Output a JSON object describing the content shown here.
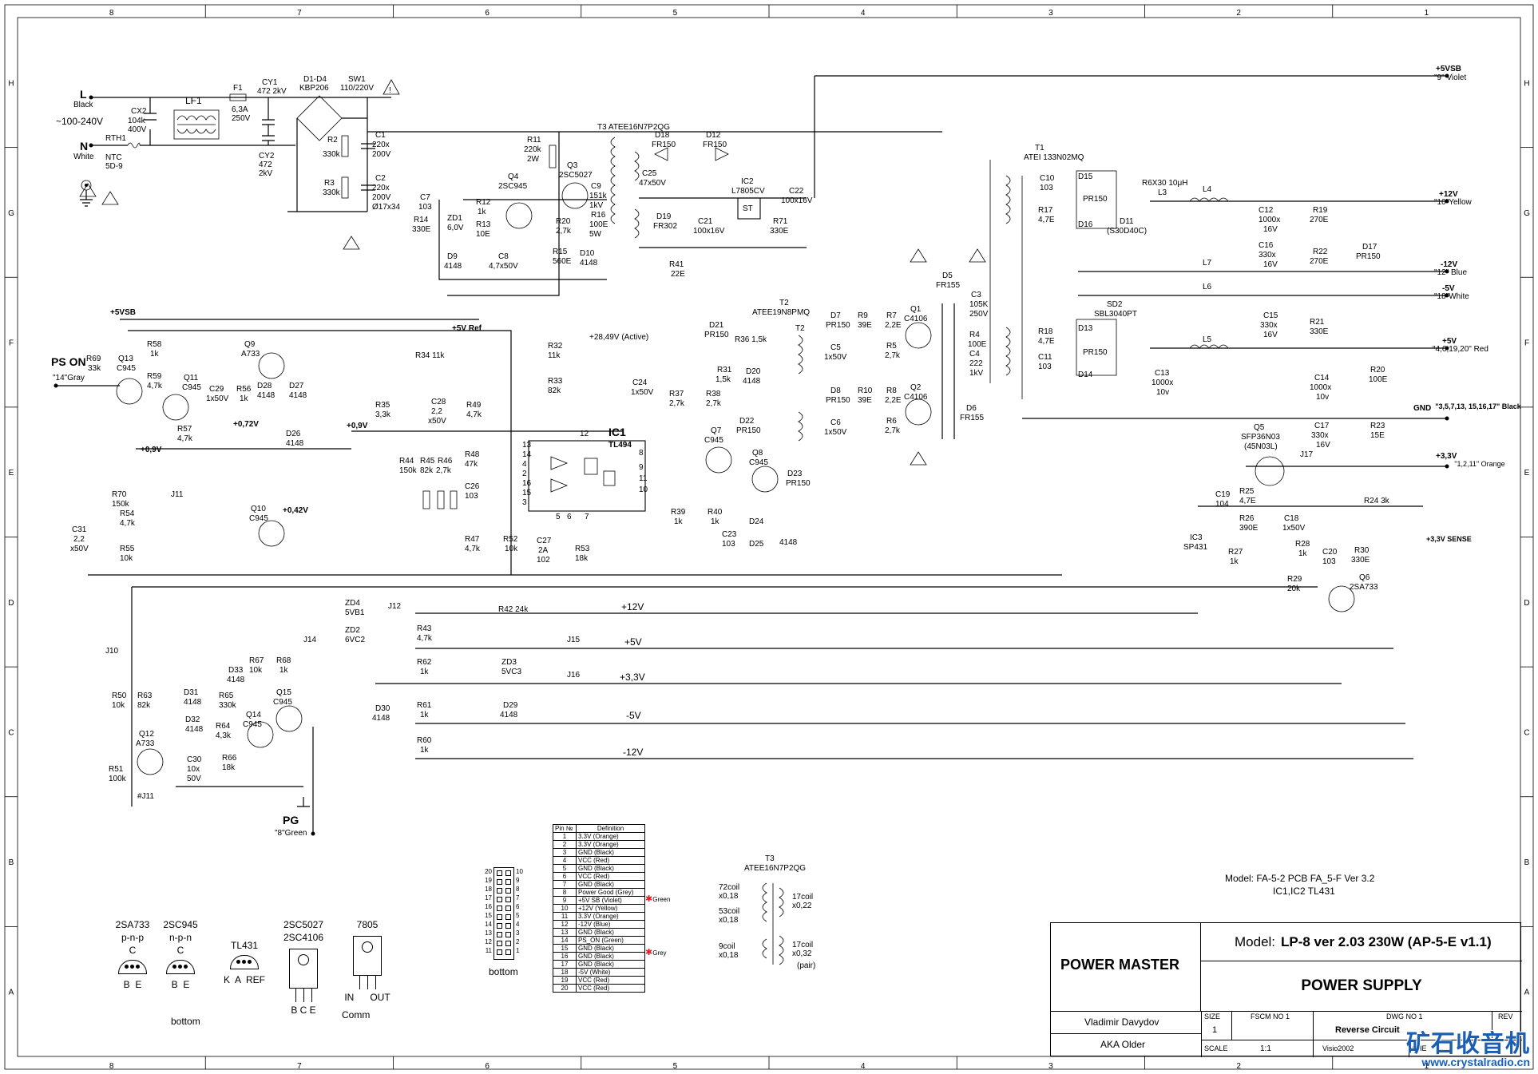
{
  "border": {
    "columns": [
      "8",
      "7",
      "6",
      "5",
      "4",
      "3",
      "2",
      "1"
    ],
    "rows": [
      "H",
      "G",
      "F",
      "E",
      "D",
      "C",
      "B",
      "A"
    ]
  },
  "input": {
    "line": "L",
    "line_color": "Black",
    "voltage": "~100-240V",
    "neutral": "N",
    "neutral_color": "White"
  },
  "rails": [
    {
      "name": "+5VSB",
      "pin": "\"9\" Violet"
    },
    {
      "name": "+12V",
      "pin": "\"10\"Yellow"
    },
    {
      "name": "-12V",
      "pin": "\"12\" Blue"
    },
    {
      "name": "-5V",
      "pin": "\"18\"White"
    },
    {
      "name": "+5V",
      "pin": "\"4,6,19,20\" Red"
    },
    {
      "name": "GND",
      "pin": "\"3,5,7,13, 15,16,17\" Black"
    },
    {
      "name": "+3,3V",
      "pin": "\"1,2,11\" Orange"
    },
    {
      "name": "+3,3V SENSE",
      "pin": ""
    }
  ],
  "feedback_labels": [
    "+12V",
    "+5V",
    "+3,3V",
    "-5V",
    "-12V"
  ],
  "signals": {
    "ps_on": "PS ON",
    "ps_on_pin": "\"14\"Gray",
    "pg": "PG",
    "pg_pin": "\"8\"Green",
    "vsb_left": "+5VSB",
    "vref": "+5V Ref",
    "active": "+28,49V (Active)"
  },
  "components": [
    {
      "ref": "LF1",
      "val": ""
    },
    {
      "ref": "F1",
      "val": "6,3A 250V"
    },
    {
      "ref": "CX2",
      "val": "104k 400V"
    },
    {
      "ref": "RTH1",
      "val": "NTC 5D-9"
    },
    {
      "ref": "CY1",
      "val": "472 2kV"
    },
    {
      "ref": "CY2",
      "val": "472 2kV"
    },
    {
      "ref": "D1-D4",
      "val": "KBP206"
    },
    {
      "ref": "SW1",
      "val": "110/220V"
    },
    {
      "ref": "R2",
      "val": "330k"
    },
    {
      "ref": "R3",
      "val": "330k"
    },
    {
      "ref": "C1",
      "val": "220x 200V"
    },
    {
      "ref": "C2",
      "val": "220x 200V Ø17x34"
    },
    {
      "ref": "T3",
      "val": "ATEE16N7P2QG"
    },
    {
      "ref": "R11",
      "val": "220k 2W"
    },
    {
      "ref": "Q4",
      "val": "2SC945"
    },
    {
      "ref": "Q3",
      "val": "2SC5027"
    },
    {
      "ref": "C9",
      "val": "151k 1kV"
    },
    {
      "ref": "R16",
      "val": "100E 5W"
    },
    {
      "ref": "C7",
      "val": "103"
    },
    {
      "ref": "R14",
      "val": "330E"
    },
    {
      "ref": "ZD1",
      "val": "6,0V"
    },
    {
      "ref": "R12",
      "val": "1k"
    },
    {
      "ref": "R13",
      "val": "10E"
    },
    {
      "ref": "R20",
      "val": "2,7k"
    },
    {
      "ref": "D9",
      "val": "4148"
    },
    {
      "ref": "C8",
      "val": "4,7x50V"
    },
    {
      "ref": "R15",
      "val": "560E"
    },
    {
      "ref": "D10",
      "val": "4148"
    },
    {
      "ref": "D18",
      "val": "FR150"
    },
    {
      "ref": "D12",
      "val": "FR150"
    },
    {
      "ref": "C25",
      "val": "47x50V"
    },
    {
      "ref": "D19",
      "val": "FR302"
    },
    {
      "ref": "IC2",
      "val": "L7805CV"
    },
    {
      "ref": "C21",
      "val": "100x16V"
    },
    {
      "ref": "R71",
      "val": "330E"
    },
    {
      "ref": "C22",
      "val": "100x16V"
    },
    {
      "ref": "R41",
      "val": "22E"
    },
    {
      "ref": "T2",
      "val": "ATEE19N8PMQ"
    },
    {
      "ref": "T1",
      "val": "ATEI 133N02MQ"
    },
    {
      "ref": "C10",
      "val": "103"
    },
    {
      "ref": "R17",
      "val": "4,7E"
    },
    {
      "ref": "D15",
      "val": "PR150"
    },
    {
      "ref": "D16",
      "val": ""
    },
    {
      "ref": "D11",
      "val": "(S30D40C)"
    },
    {
      "ref": "L3",
      "val": "R6X30 10μH"
    },
    {
      "ref": "L4",
      "val": ""
    },
    {
      "ref": "C12",
      "val": "1000x 16V"
    },
    {
      "ref": "R19",
      "val": "270E"
    },
    {
      "ref": "C16",
      "val": "330x 16V"
    },
    {
      "ref": "R22",
      "val": "270E"
    },
    {
      "ref": "D17",
      "val": "PR150"
    },
    {
      "ref": "L7",
      "val": ""
    },
    {
      "ref": "L6",
      "val": ""
    },
    {
      "ref": "SD2",
      "val": "SBL3040PT"
    },
    {
      "ref": "D13",
      "val": "PR150"
    },
    {
      "ref": "D14",
      "val": ""
    },
    {
      "ref": "R18",
      "val": "4,7E"
    },
    {
      "ref": "C11",
      "val": "103"
    },
    {
      "ref": "L5",
      "val": ""
    },
    {
      "ref": "C13",
      "val": "1000x 10v"
    },
    {
      "ref": "C15",
      "val": "330x 16V"
    },
    {
      "ref": "R21",
      "val": "330E"
    },
    {
      "ref": "C14",
      "val": "1000x 10v"
    },
    {
      "ref": "R20",
      "val": "100E"
    },
    {
      "ref": "C17",
      "val": "330x 16V"
    },
    {
      "ref": "R23",
      "val": "15E"
    },
    {
      "ref": "Q5",
      "val": "SFP36N03 (45N03L)"
    },
    {
      "ref": "J17",
      "val": ""
    },
    {
      "ref": "C19",
      "val": "104"
    },
    {
      "ref": "R25",
      "val": "4,7E"
    },
    {
      "ref": "R26",
      "val": "390E"
    },
    {
      "ref": "C18",
      "val": "1x50V"
    },
    {
      "ref": "R24",
      "val": "3k"
    },
    {
      "ref": "IC3",
      "val": "SP431"
    },
    {
      "ref": "R27",
      "val": "1k"
    },
    {
      "ref": "R28",
      "val": "1k"
    },
    {
      "ref": "C20",
      "val": "103"
    },
    {
      "ref": "R30",
      "val": "330E"
    },
    {
      "ref": "R29",
      "val": "20k"
    },
    {
      "ref": "Q6",
      "val": "2SA733"
    },
    {
      "ref": "D5",
      "val": "FR155"
    },
    {
      "ref": "D6",
      "val": "FR155"
    },
    {
      "ref": "C3",
      "val": "105K 250V"
    },
    {
      "ref": "R4",
      "val": "100E"
    },
    {
      "ref": "C4",
      "val": "222 1kV"
    },
    {
      "ref": "Q1",
      "val": "C4106"
    },
    {
      "ref": "Q2",
      "val": "C4106"
    },
    {
      "ref": "D7",
      "val": "PR150"
    },
    {
      "ref": "R9",
      "val": "39E"
    },
    {
      "ref": "R7",
      "val": "2,2E"
    },
    {
      "ref": "C5",
      "val": "1x50V"
    },
    {
      "ref": "R5",
      "val": "2,7k"
    },
    {
      "ref": "D8",
      "val": "PR150"
    },
    {
      "ref": "R10",
      "val": "39E"
    },
    {
      "ref": "R8",
      "val": "2,2E"
    },
    {
      "ref": "C6",
      "val": "1x50V"
    },
    {
      "ref": "R6",
      "val": "2,7k"
    },
    {
      "ref": "R69",
      "val": "33k"
    },
    {
      "ref": "Q13",
      "val": "C945"
    },
    {
      "ref": "R58",
      "val": "1k"
    },
    {
      "ref": "R59",
      "val": "4,7k"
    },
    {
      "ref": "Q11",
      "val": "C945"
    },
    {
      "ref": "Q9",
      "val": "A733"
    },
    {
      "ref": "C29",
      "val": "1x50V"
    },
    {
      "ref": "R56",
      "val": "1k"
    },
    {
      "ref": "D28",
      "val": "4148"
    },
    {
      "ref": "D27",
      "val": "4148"
    },
    {
      "ref": "R57",
      "val": "4,7k"
    },
    {
      "ref": "D26",
      "val": "4148"
    },
    {
      "ref": "R34",
      "val": "11k"
    },
    {
      "ref": "R35",
      "val": "3,3k"
    },
    {
      "ref": "C28",
      "val": "2,2 x50V"
    },
    {
      "ref": "R49",
      "val": "4,7k"
    },
    {
      "ref": "R32",
      "val": "11k"
    },
    {
      "ref": "R33",
      "val": "82k"
    },
    {
      "ref": "C24",
      "val": "1x50V"
    },
    {
      "ref": "IC1",
      "val": "TL494"
    },
    {
      "ref": "R44",
      "val": "150k"
    },
    {
      "ref": "R45",
      "val": "82k"
    },
    {
      "ref": "R46",
      "val": "2,7k"
    },
    {
      "ref": "R48",
      "val": "47k"
    },
    {
      "ref": "C26",
      "val": "103"
    },
    {
      "ref": "R47",
      "val": "4,7k"
    },
    {
      "ref": "R52",
      "val": "10k"
    },
    {
      "ref": "C27",
      "val": "2A 102"
    },
    {
      "ref": "R53",
      "val": "18k"
    },
    {
      "ref": "D21",
      "val": "PR150"
    },
    {
      "ref": "R36",
      "val": "1,5k"
    },
    {
      "ref": "R31",
      "val": "1,5k"
    },
    {
      "ref": "D20",
      "val": "4148"
    },
    {
      "ref": "R37",
      "val": "2,7k"
    },
    {
      "ref": "R38",
      "val": "2,7k"
    },
    {
      "ref": "Q7",
      "val": "C945"
    },
    {
      "ref": "D22",
      "val": "PR150"
    },
    {
      "ref": "Q8",
      "val": "C945"
    },
    {
      "ref": "D23",
      "val": "PR150"
    },
    {
      "ref": "R39",
      "val": "1k"
    },
    {
      "ref": "R40",
      "val": "1k"
    },
    {
      "ref": "C23",
      "val": "103"
    },
    {
      "ref": "D24",
      "val": ""
    },
    {
      "ref": "D25",
      "val": "4148"
    },
    {
      "ref": "R70",
      "val": "150k"
    },
    {
      "ref": "R54",
      "val": "4,7k"
    },
    {
      "ref": "R55",
      "val": "10k"
    },
    {
      "ref": "C31",
      "val": "2,2 x50V"
    },
    {
      "ref": "J11",
      "val": ""
    },
    {
      "ref": "Q10",
      "val": "C945"
    },
    {
      "ref": "ZD4",
      "val": "5VB1"
    },
    {
      "ref": "ZD2",
      "val": "6VC2"
    },
    {
      "ref": "J12",
      "val": ""
    },
    {
      "ref": "J14",
      "val": ""
    },
    {
      "ref": "J10",
      "val": ""
    },
    {
      "ref": "R43",
      "val": "4,7k"
    },
    {
      "ref": "R42",
      "val": "24k"
    },
    {
      "ref": "J15",
      "val": ""
    },
    {
      "ref": "R62",
      "val": "1k"
    },
    {
      "ref": "ZD3",
      "val": "5VC3"
    },
    {
      "ref": "J16",
      "val": ""
    },
    {
      "ref": "D30",
      "val": "4148"
    },
    {
      "ref": "R61",
      "val": "1k"
    },
    {
      "ref": "D29",
      "val": "4148"
    },
    {
      "ref": "R60",
      "val": "1k"
    },
    {
      "ref": "R50",
      "val": "10k"
    },
    {
      "ref": "R63",
      "val": "82k"
    },
    {
      "ref": "D31",
      "val": "4148"
    },
    {
      "ref": "D33",
      "val": "4148"
    },
    {
      "ref": "R67",
      "val": "10k"
    },
    {
      "ref": "R68",
      "val": "1k"
    },
    {
      "ref": "R65",
      "val": "330k"
    },
    {
      "ref": "Q14",
      "val": "C945"
    },
    {
      "ref": "Q15",
      "val": "C945"
    },
    {
      "ref": "D32",
      "val": "4148"
    },
    {
      "ref": "R64",
      "val": "4,3k"
    },
    {
      "ref": "Q12",
      "val": "A733"
    },
    {
      "ref": "C30",
      "val": "10x 50V"
    },
    {
      "ref": "R66",
      "val": "18k"
    },
    {
      "ref": "R51",
      "val": "100k"
    }
  ],
  "node_voltages": [
    "+0,9V",
    "+0,72V",
    "+0,9V",
    "+0,42V"
  ],
  "connector": {
    "headers": [
      "Pin №",
      "Definition"
    ],
    "rows": [
      [
        "1",
        "3.3V (Orange)"
      ],
      [
        "2",
        "3.3V (Orange)"
      ],
      [
        "3",
        "GND (Black)"
      ],
      [
        "4",
        "VCC (Red)"
      ],
      [
        "5",
        "GND (Black)"
      ],
      [
        "6",
        "VCC (Red)"
      ],
      [
        "7",
        "GND (Black)"
      ],
      [
        "8",
        "Power Good (Grey)"
      ],
      [
        "9",
        "+5V SB (Violet)"
      ],
      [
        "10",
        "+12V (Yellow)"
      ],
      [
        "11",
        "3.3V (Orange)"
      ],
      [
        "12",
        "-12V (Blue)"
      ],
      [
        "13",
        "GND (Black)"
      ],
      [
        "14",
        "PS_ON (Green)"
      ],
      [
        "15",
        "GND (Black)"
      ],
      [
        "16",
        "GND (Black)"
      ],
      [
        "17",
        "GND (Black)"
      ],
      [
        "18",
        "-5V (White)"
      ],
      [
        "19",
        "VCC (Red)"
      ],
      [
        "20",
        "VCC (Red)"
      ]
    ],
    "notes": {
      "pin8": "Green",
      "pin14": "Grey"
    },
    "view": "bottom"
  },
  "t3_detail": {
    "title": "T3",
    "part": "ATEE16N7P2QG",
    "w3": "72coil x0,18",
    "w3b": "53coil x0,18",
    "w1": "9coil x0,18",
    "w2": "17coil x0,22",
    "w2b": "17coil x0,32",
    "pair": "(pair)"
  },
  "pinouts": [
    {
      "part": "2SA733",
      "type": "p-n-p",
      "top": "C",
      "pins": "B  E"
    },
    {
      "part": "2SC945",
      "type": "n-p-n",
      "top": "C",
      "pins": "B  E"
    },
    {
      "part": "TL431",
      "type": "",
      "top": "",
      "pins": "K  A  REF"
    },
    {
      "part": "2SC5027",
      "type": "2SC4106",
      "top": "",
      "pins": "B C E"
    },
    {
      "part": "7805",
      "type": "",
      "top": "",
      "pins": "IN      OUT"
    }
  ],
  "pinout_notes": {
    "bottom": "bottom",
    "comm": "Comm"
  },
  "model_note": {
    "line1": "Model: FA-5-2 PCB FA_5-F Ver 3.2",
    "line2": "IC1,IC2  TL431"
  },
  "title_block": {
    "company": "POWER MASTER",
    "model_label": "Model:",
    "model": "LP-8 ver 2.03 230W (AP-5-E v1.1)",
    "title": "POWER SUPPLY",
    "author": "Vladimir Davydov",
    "aka": "AKA Older",
    "size_label": "SIZE",
    "size": "1",
    "fscm_label": "FSCM NO 1",
    "dwg_label": "DWG NO 1",
    "dwg": "Reverse Circuit",
    "rev_label": "REV",
    "scale_label": "SCALE",
    "scale": "1:1",
    "software": "Visio2002",
    "sheet_label": "SHE"
  },
  "watermark": {
    "text": "矿石收音机",
    "url": "www.crystalradio.cn"
  }
}
